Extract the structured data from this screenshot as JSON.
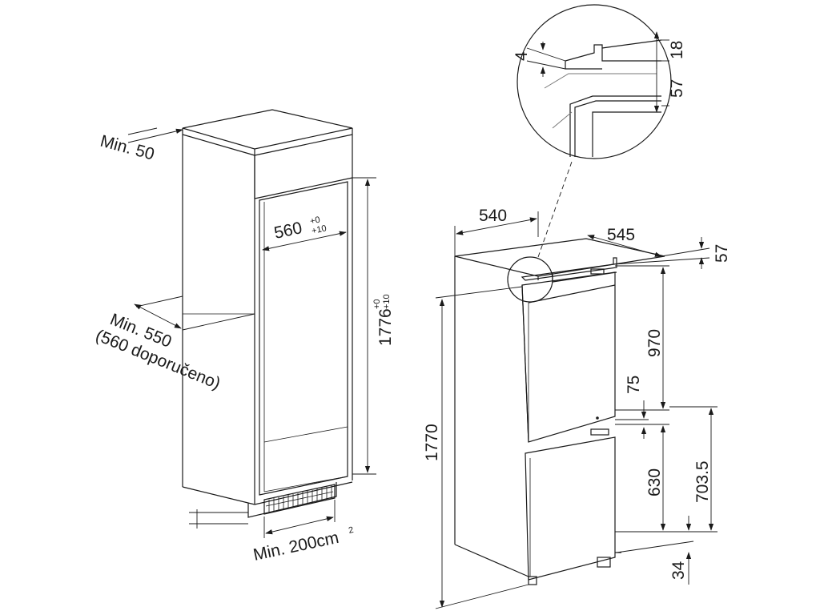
{
  "labels": {
    "min_top": "Min. 50",
    "niche_width": "560",
    "niche_width_tol_plus": "+0",
    "niche_width_tol_minus": "+10",
    "niche_height": "1776",
    "niche_height_tol_plus": "+0",
    "niche_height_tol_minus": "+10",
    "min_depth": "Min. 550",
    "depth_recommended": "(560 doporučeno)",
    "vent_area": "Min. 200cm",
    "vent_area_exp": "2",
    "appliance_width": "540",
    "appliance_depth": "545",
    "top_gap": "57",
    "detail_gap": "4",
    "detail_panel": "18",
    "detail_top": "57",
    "upper_door": "970",
    "middle_gap": "75",
    "total_height": "1770",
    "lower_door": "630",
    "lower_section": "703.5",
    "foot_height": "34"
  }
}
